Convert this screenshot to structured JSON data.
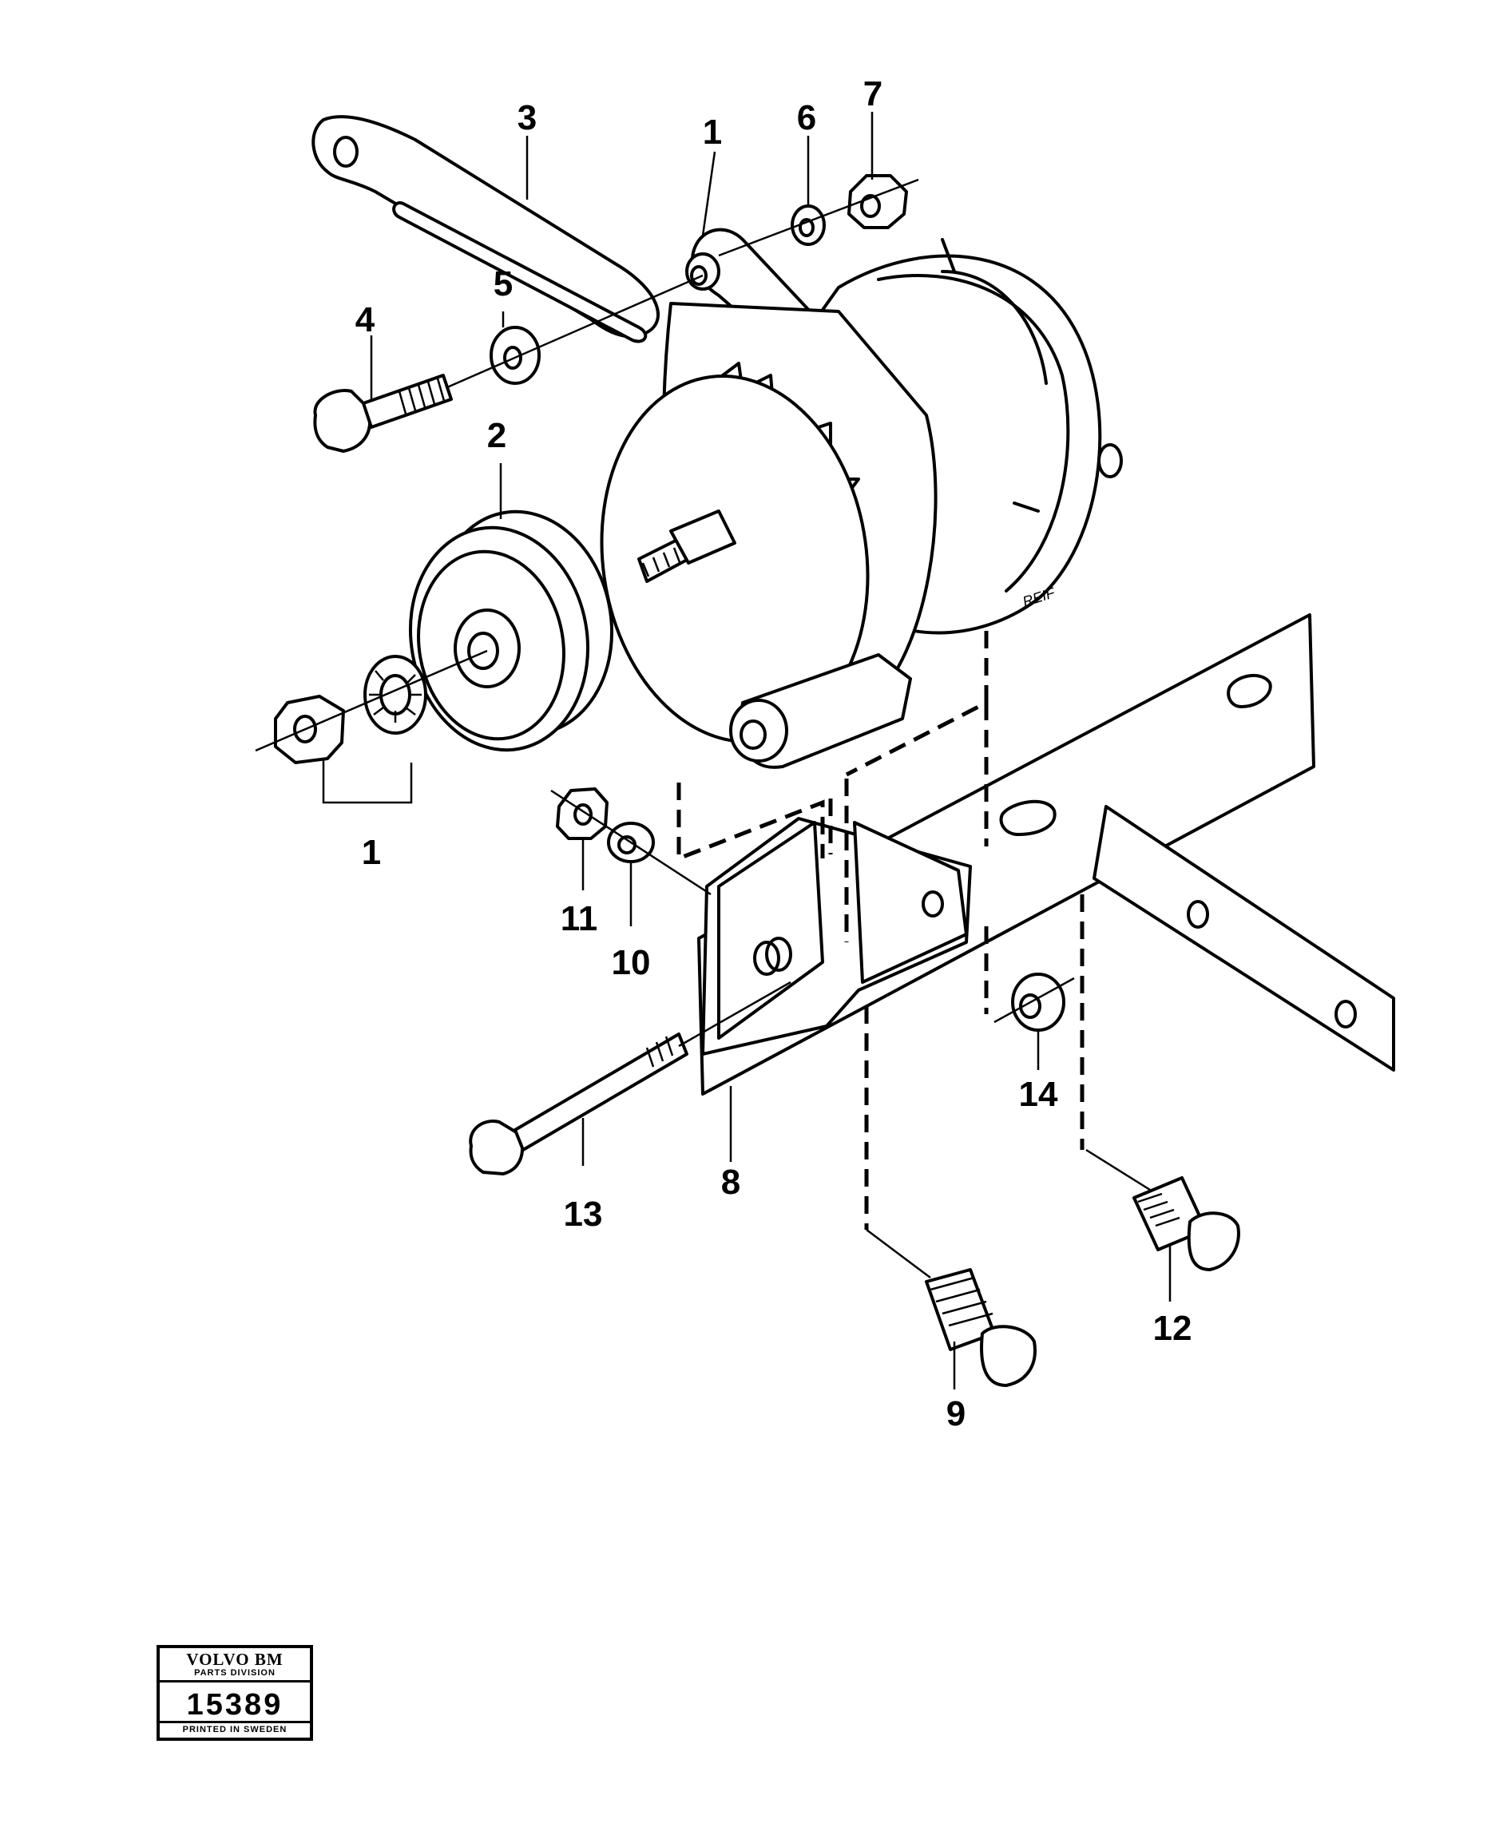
{
  "callouts": {
    "c1_top": "1",
    "c1_bottom": "1",
    "c2": "2",
    "c3": "3",
    "c4": "4",
    "c5": "5",
    "c6": "6",
    "c7": "7",
    "c8": "8",
    "c9": "9",
    "c10": "10",
    "c11": "11",
    "c12": "12",
    "c13": "13",
    "c14": "14"
  },
  "artist_mark": "REIF",
  "stamp": {
    "brand": "VOLVO BM",
    "division": "PARTS DIVISION",
    "number": "15389",
    "footer": "PRINTED IN SWEDEN"
  }
}
